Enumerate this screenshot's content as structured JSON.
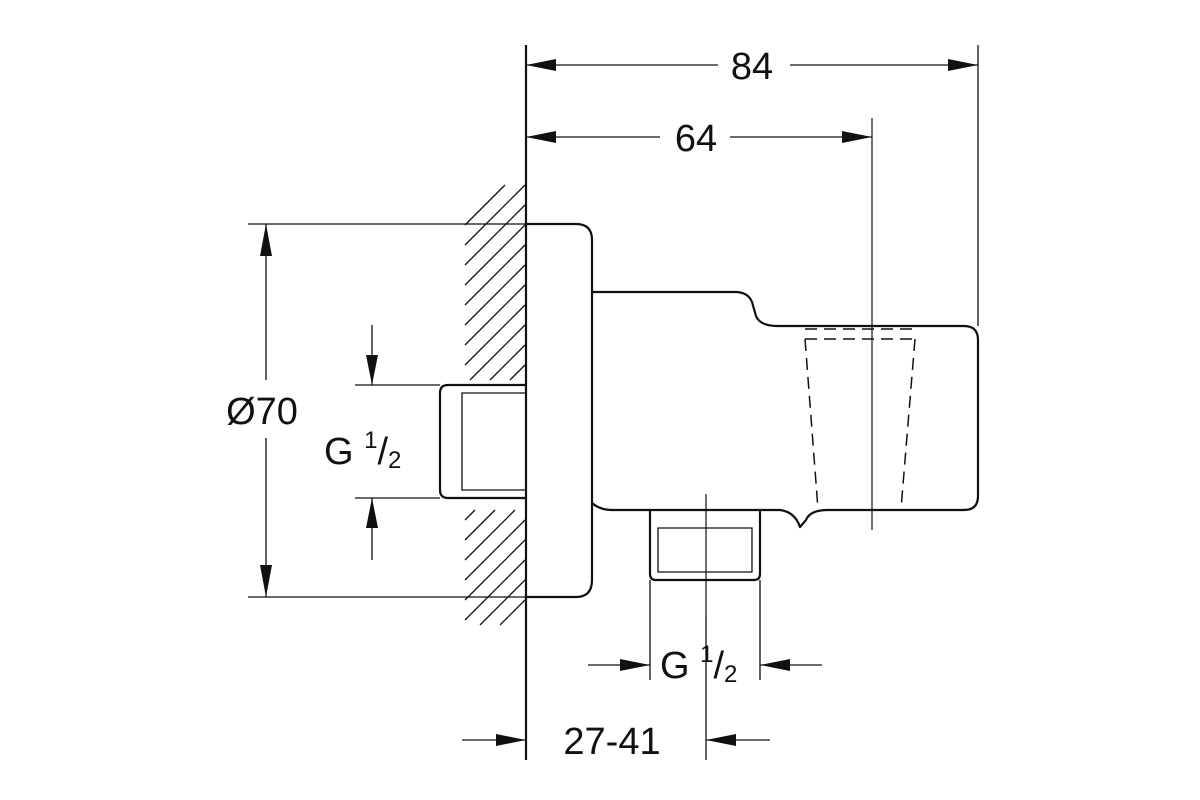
{
  "drawing": {
    "colors": {
      "line": "#111111",
      "background": "#ffffff"
    },
    "dimensions": {
      "overall_length": "84",
      "inner_length": "64",
      "diameter": "Ø70",
      "wall_range": "27-41",
      "inlet_thread": {
        "prefix": "G ",
        "numerator": "1",
        "slash": "/",
        "denominator": "2"
      },
      "outlet_thread": {
        "prefix": "G ",
        "numerator": "1",
        "slash": "/",
        "denominator": "2"
      }
    }
  }
}
